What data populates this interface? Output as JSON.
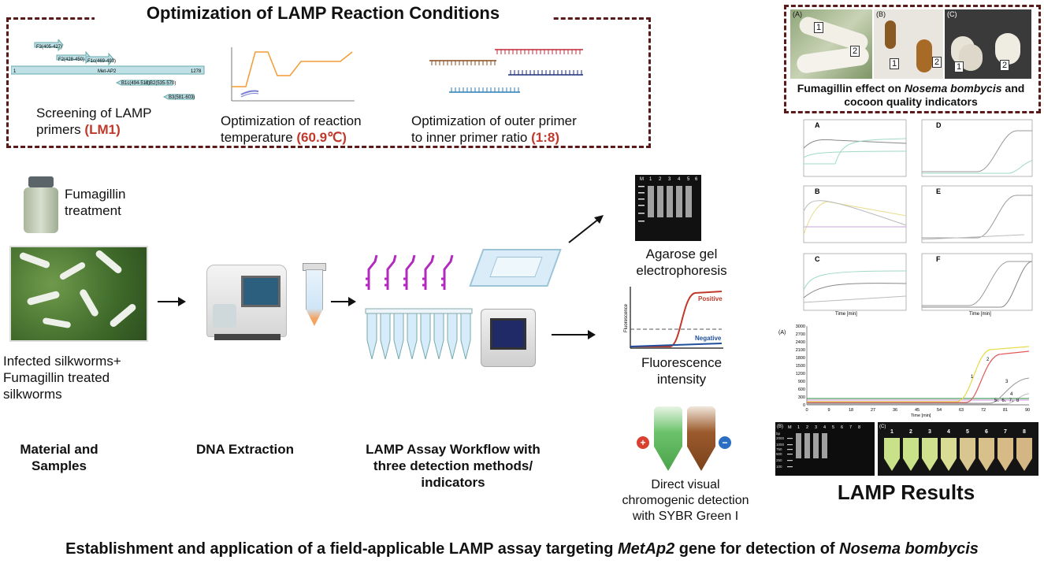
{
  "top": {
    "title": "Optimization of LAMP Reaction Conditions",
    "screening": {
      "line1": "Screening of LAMP",
      "line2": "primers ",
      "value": "(LM1)"
    },
    "temperature": {
      "line1": "Optimization of reaction",
      "line2": "temperature ",
      "value": "(60.9℃)"
    },
    "ratio": {
      "line1": "Optimization of outer primer",
      "line2": "to inner primer ratio ",
      "value": "(1:8)"
    },
    "primer_map_labels": [
      "F3(405-427)",
      "F2(428-450)",
      "F1c(469-493)",
      "B1c(494-518)",
      "B2(535-570)",
      "B3(581-603)",
      "Met-AP2",
      "1",
      "1278"
    ]
  },
  "cocoon": {
    "panel_labels": [
      "(A)",
      "(B)",
      "(C)"
    ],
    "markers": [
      "1",
      "2",
      "1",
      "2",
      "1",
      "2"
    ],
    "caption_prefix": "Fumagillin effect on ",
    "caption_italic": "Nosema bombycis",
    "caption_suffix": " and",
    "caption_line2": "cocoon quality indicators"
  },
  "left": {
    "fumagillin": {
      "line1": "Fumagillin",
      "line2": "treatment"
    },
    "infected": {
      "line1": "Infected silkworms+",
      "line2": "Fumagillin treated",
      "line3": "silkworms"
    },
    "material": {
      "line1": "Material and",
      "line2": "Samples"
    },
    "dna": "DNA Extraction",
    "workflow": {
      "line1": "LAMP Assay Workflow with",
      "line2": "three detection methods/",
      "line3": "indicators"
    }
  },
  "detection": {
    "gel": {
      "line1": "Agarose gel",
      "line2": "electrophoresis",
      "lanes": [
        "M",
        "1",
        "2",
        "3",
        "4",
        "5",
        "6"
      ]
    },
    "fluor": {
      "line1": "Fluorescence",
      "line2": "intensity",
      "positive": "Positive",
      "negative": "Negative",
      "ylabel": "Fluorescence"
    },
    "visual": {
      "line1": "Direct visual",
      "line2": "chromogenic detection",
      "line3": "with SYBR Green I",
      "plus": "+",
      "minus": "−"
    }
  },
  "results": {
    "title": "LAMP Results",
    "panel_letters": [
      "A",
      "B",
      "C",
      "D",
      "E",
      "F"
    ],
    "xticks": [
      "0",
      "9",
      "18",
      "27",
      "36",
      "45",
      "54",
      "63",
      "72",
      "81",
      "90"
    ],
    "xlabel": "Time [min]",
    "big_label": "(A)",
    "big_yticks": [
      "3000",
      "2700",
      "2400",
      "2100",
      "1800",
      "1500",
      "1200",
      "900",
      "600",
      "300",
      "0"
    ],
    "big_curve_labels": [
      "1",
      "2",
      "3",
      "4",
      "5、6、7、8"
    ],
    "gel_label": "(B)",
    "gel_lanes": [
      "M",
      "1",
      "2",
      "3",
      "4",
      "5",
      "6",
      "7",
      "8"
    ],
    "gel_ladder": [
      "bp",
      "2000",
      "1000",
      "750",
      "500",
      "250",
      "100"
    ],
    "tube_label": "(C)",
    "tube_numbers": [
      "1",
      "2",
      "3",
      "4",
      "5",
      "6",
      "7",
      "8"
    ]
  },
  "footer": {
    "part1": "Establishment and application of a field-applicable LAMP assay targeting ",
    "italic1": "MetAp2",
    "part2": " gene for detection of ",
    "italic2": "Nosema bombycis"
  },
  "colors": {
    "frame": "#5a1a1a",
    "highlight": "#c0392b",
    "positive": "#c0392b",
    "negative": "#1f4e9c",
    "silkworm_leaf": "#4f7a34"
  }
}
